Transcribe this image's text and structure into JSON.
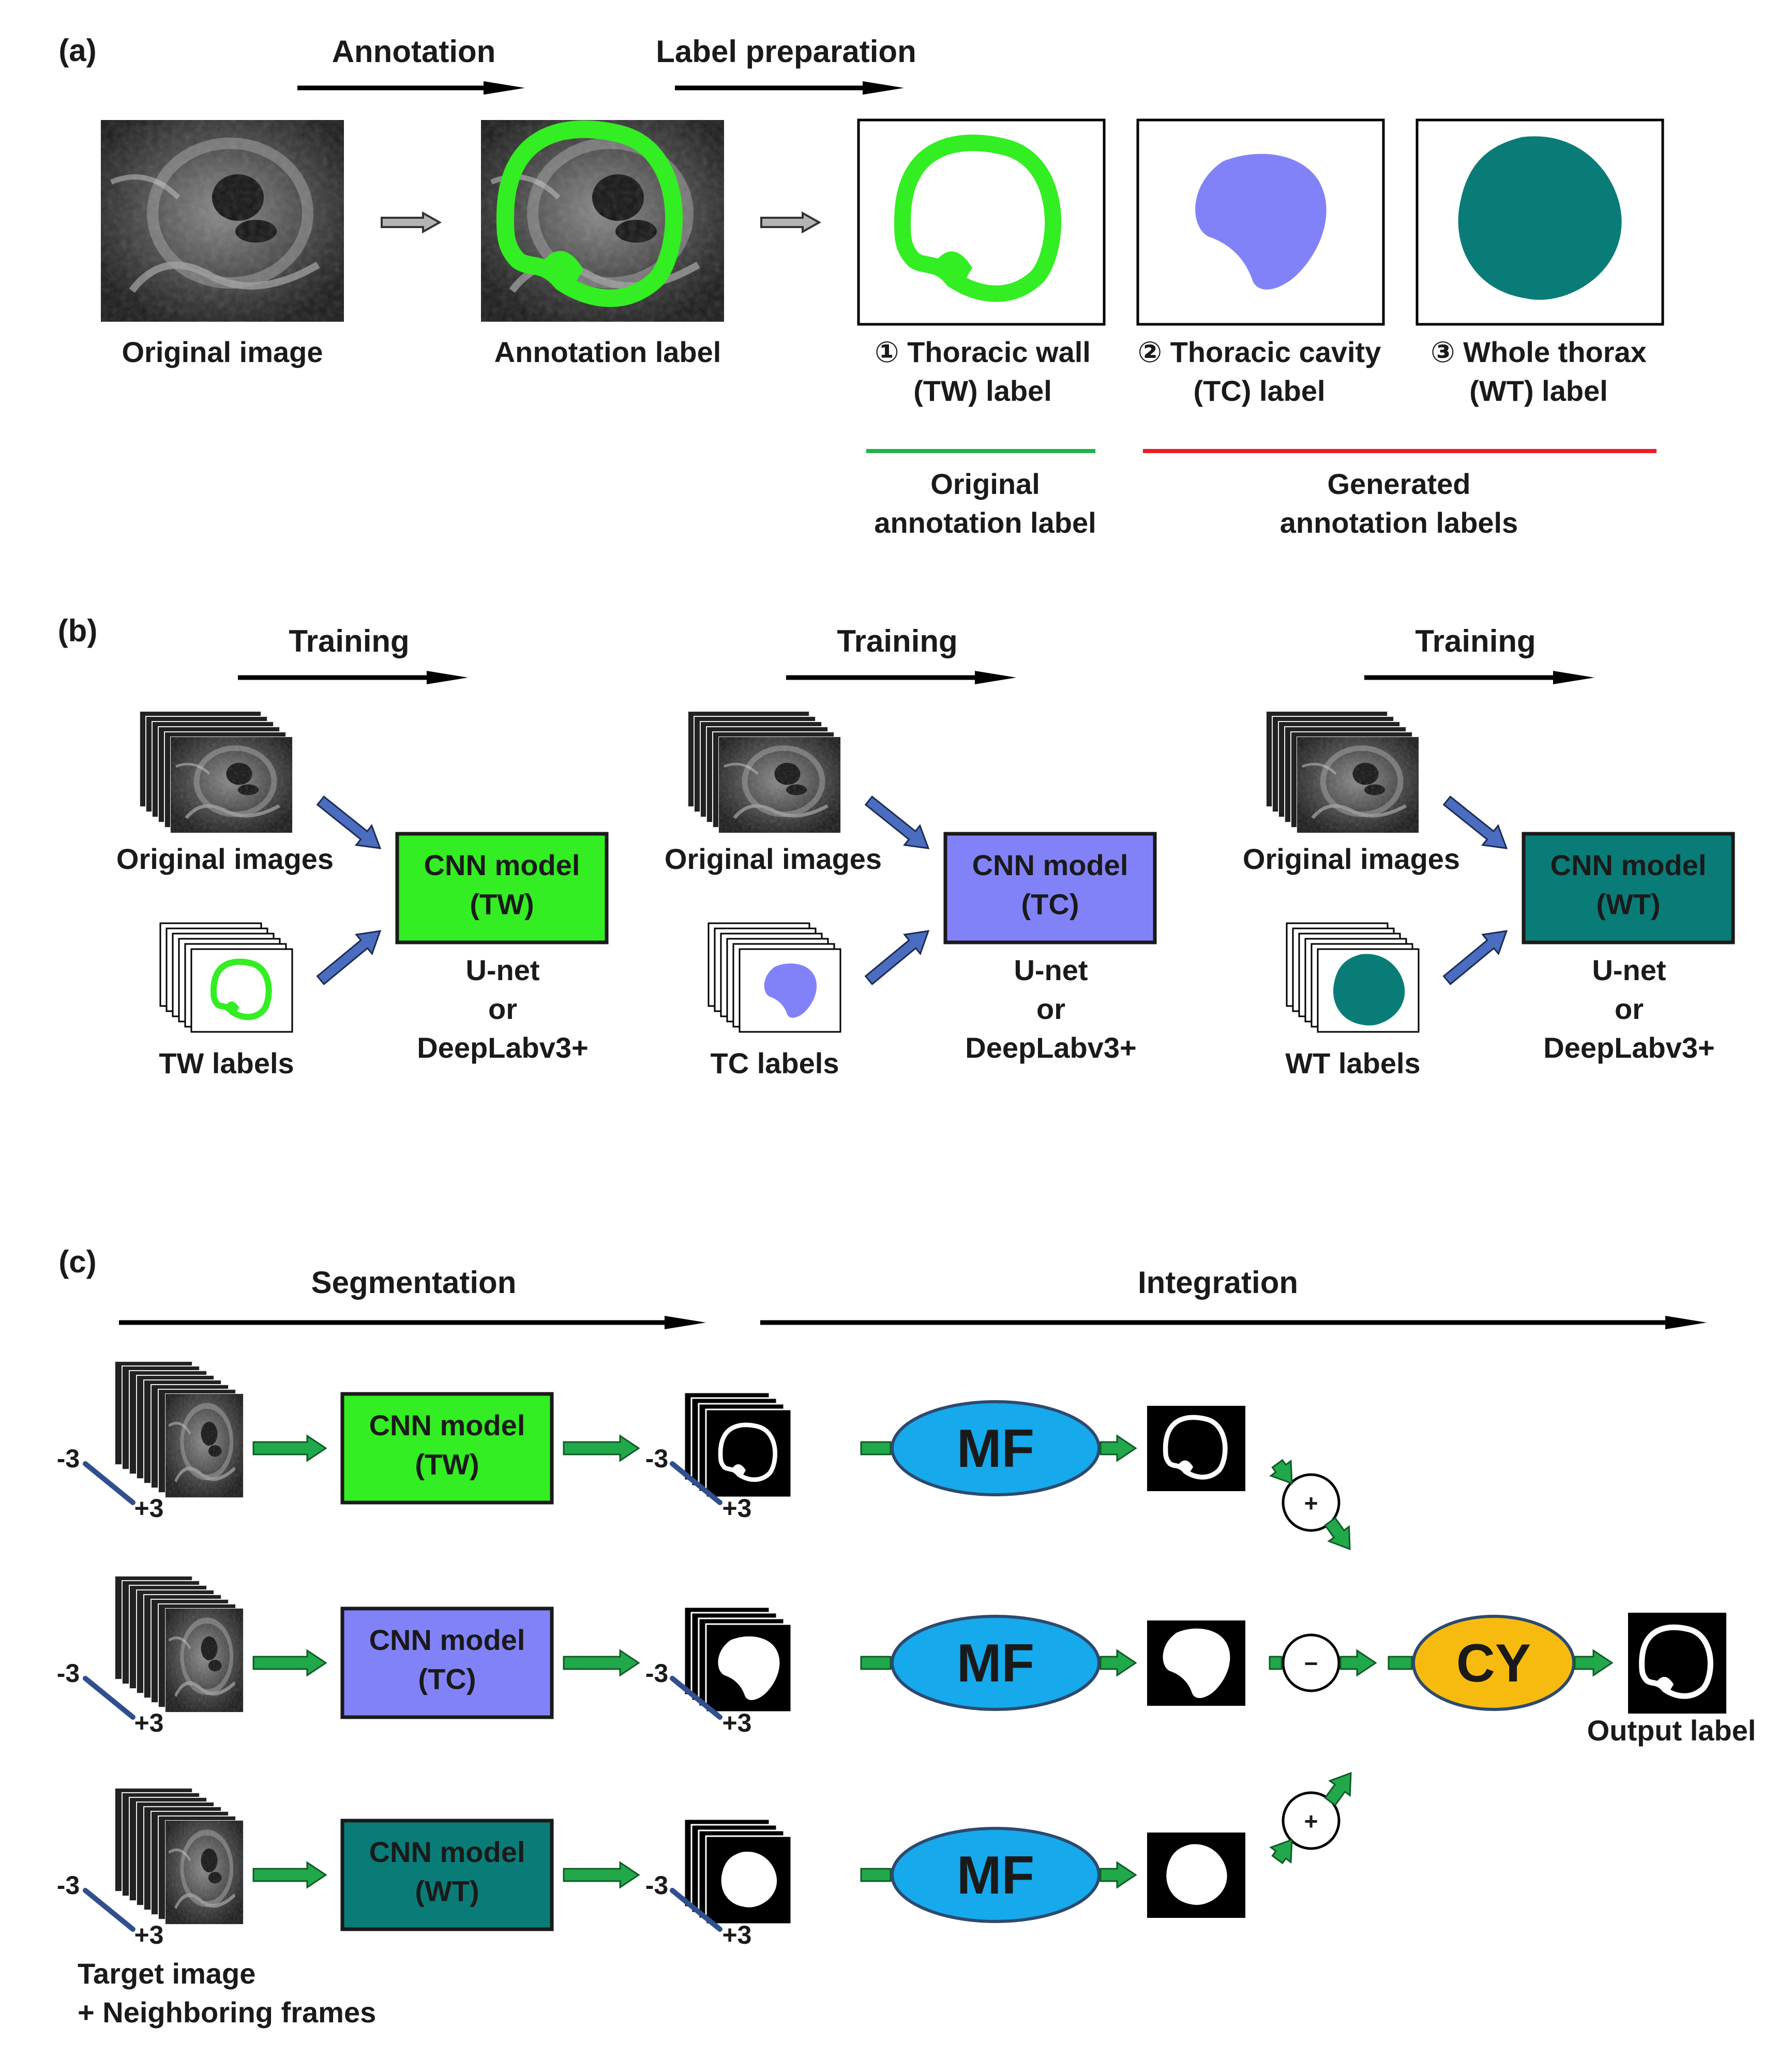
{
  "panels": {
    "a": {
      "label": "(a)",
      "arrow_annotation": "Annotation",
      "arrow_label_prep": "Label preparation",
      "original_image_caption": "Original image",
      "annotation_label_caption": "Annotation label",
      "tw_caption_1": "① Thoracic wall",
      "tw_caption_2": "(TW) label",
      "tc_caption_1": "② Thoracic cavity",
      "tc_caption_2": "(TC) label",
      "wt_caption_1": "③ Whole thorax",
      "wt_caption_2": "(WT) label",
      "original_group_1": "Original",
      "original_group_2": "annotation label",
      "generated_group_1": "Generated",
      "generated_group_2": "annotation labels"
    },
    "b": {
      "label": "(b)",
      "training": "Training",
      "original_images": "Original images",
      "unet": "U-net",
      "or": "or",
      "deeplab": "DeepLabv3+",
      "models": [
        {
          "line1": "CNN model",
          "line2": "(TW)",
          "labels_caption": "TW labels"
        },
        {
          "line1": "CNN model",
          "line2": "(TC)",
          "labels_caption": "TC labels"
        },
        {
          "line1": "CNN model",
          "line2": "(WT)",
          "labels_caption": "WT labels"
        }
      ]
    },
    "c": {
      "label": "(c)",
      "segmentation": "Segmentation",
      "integration": "Integration",
      "minus3": "-3",
      "plus3": "+3",
      "mf": "MF",
      "cy": "CY",
      "plus_op": "+",
      "minus_op": "−",
      "output_label": "Output label",
      "target_1": "Target image",
      "target_2": "+ Neighboring frames",
      "models": [
        {
          "line1": "CNN model",
          "line2": "(TW)"
        },
        {
          "line1": "CNN model",
          "line2": "(TC)"
        },
        {
          "line1": "CNN model",
          "line2": "(WT)"
        }
      ]
    }
  },
  "colors": {
    "tw_green": "#33ee22",
    "tc_purple": "#8282f8",
    "wt_teal": "#0a7c78",
    "mf_blue": "#16a9ec",
    "cy_orange": "#f7bb10",
    "flow_green": "#21a84a",
    "train_arrow_blue": "#4a6dc0",
    "group_green": "#22b14c",
    "group_red": "#ed1c24"
  },
  "icons": {
    "ultrasound": "ultrasound-frame-icon",
    "frame_stack": "frame-stack-icon",
    "mask": "segmentation-mask-icon"
  }
}
